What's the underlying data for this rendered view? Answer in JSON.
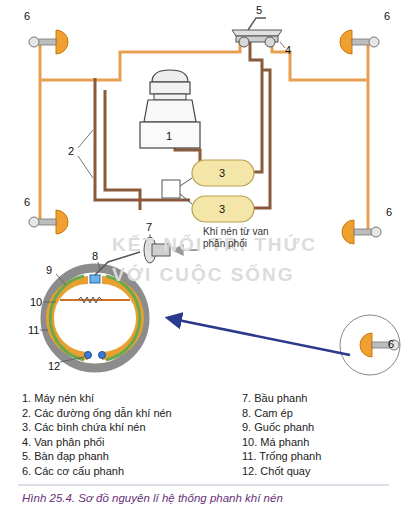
{
  "diagram": {
    "caption": "Hình 25.4. Sơ đồ nguyên lí hệ thống phanh khí nén",
    "labels": [
      "6",
      "5",
      "6",
      "4",
      "1",
      "2",
      "3",
      "3",
      "6",
      "6",
      "KẾT NỐI TRI THỨC",
      "VỚI CUỘC SỐNG",
      "Khí nén từ van phân phối",
      "7",
      "8",
      "9",
      "10",
      "11",
      "12",
      "6",
      "1. Máy nén khí",
      "2. Các đường ống dẫn khí nén",
      "3. Các bình chứa khí nén",
      "4. Van phân phối",
      "5. Bàn đạp phanh",
      "6. Các cơ cấu phanh",
      "7. Bầu phanh",
      "8. Cam ép",
      "9. Guốc phanh",
      "10. Má phanh",
      "11. Trống phanh",
      "12. Chốt quay"
    ]
  }
}
